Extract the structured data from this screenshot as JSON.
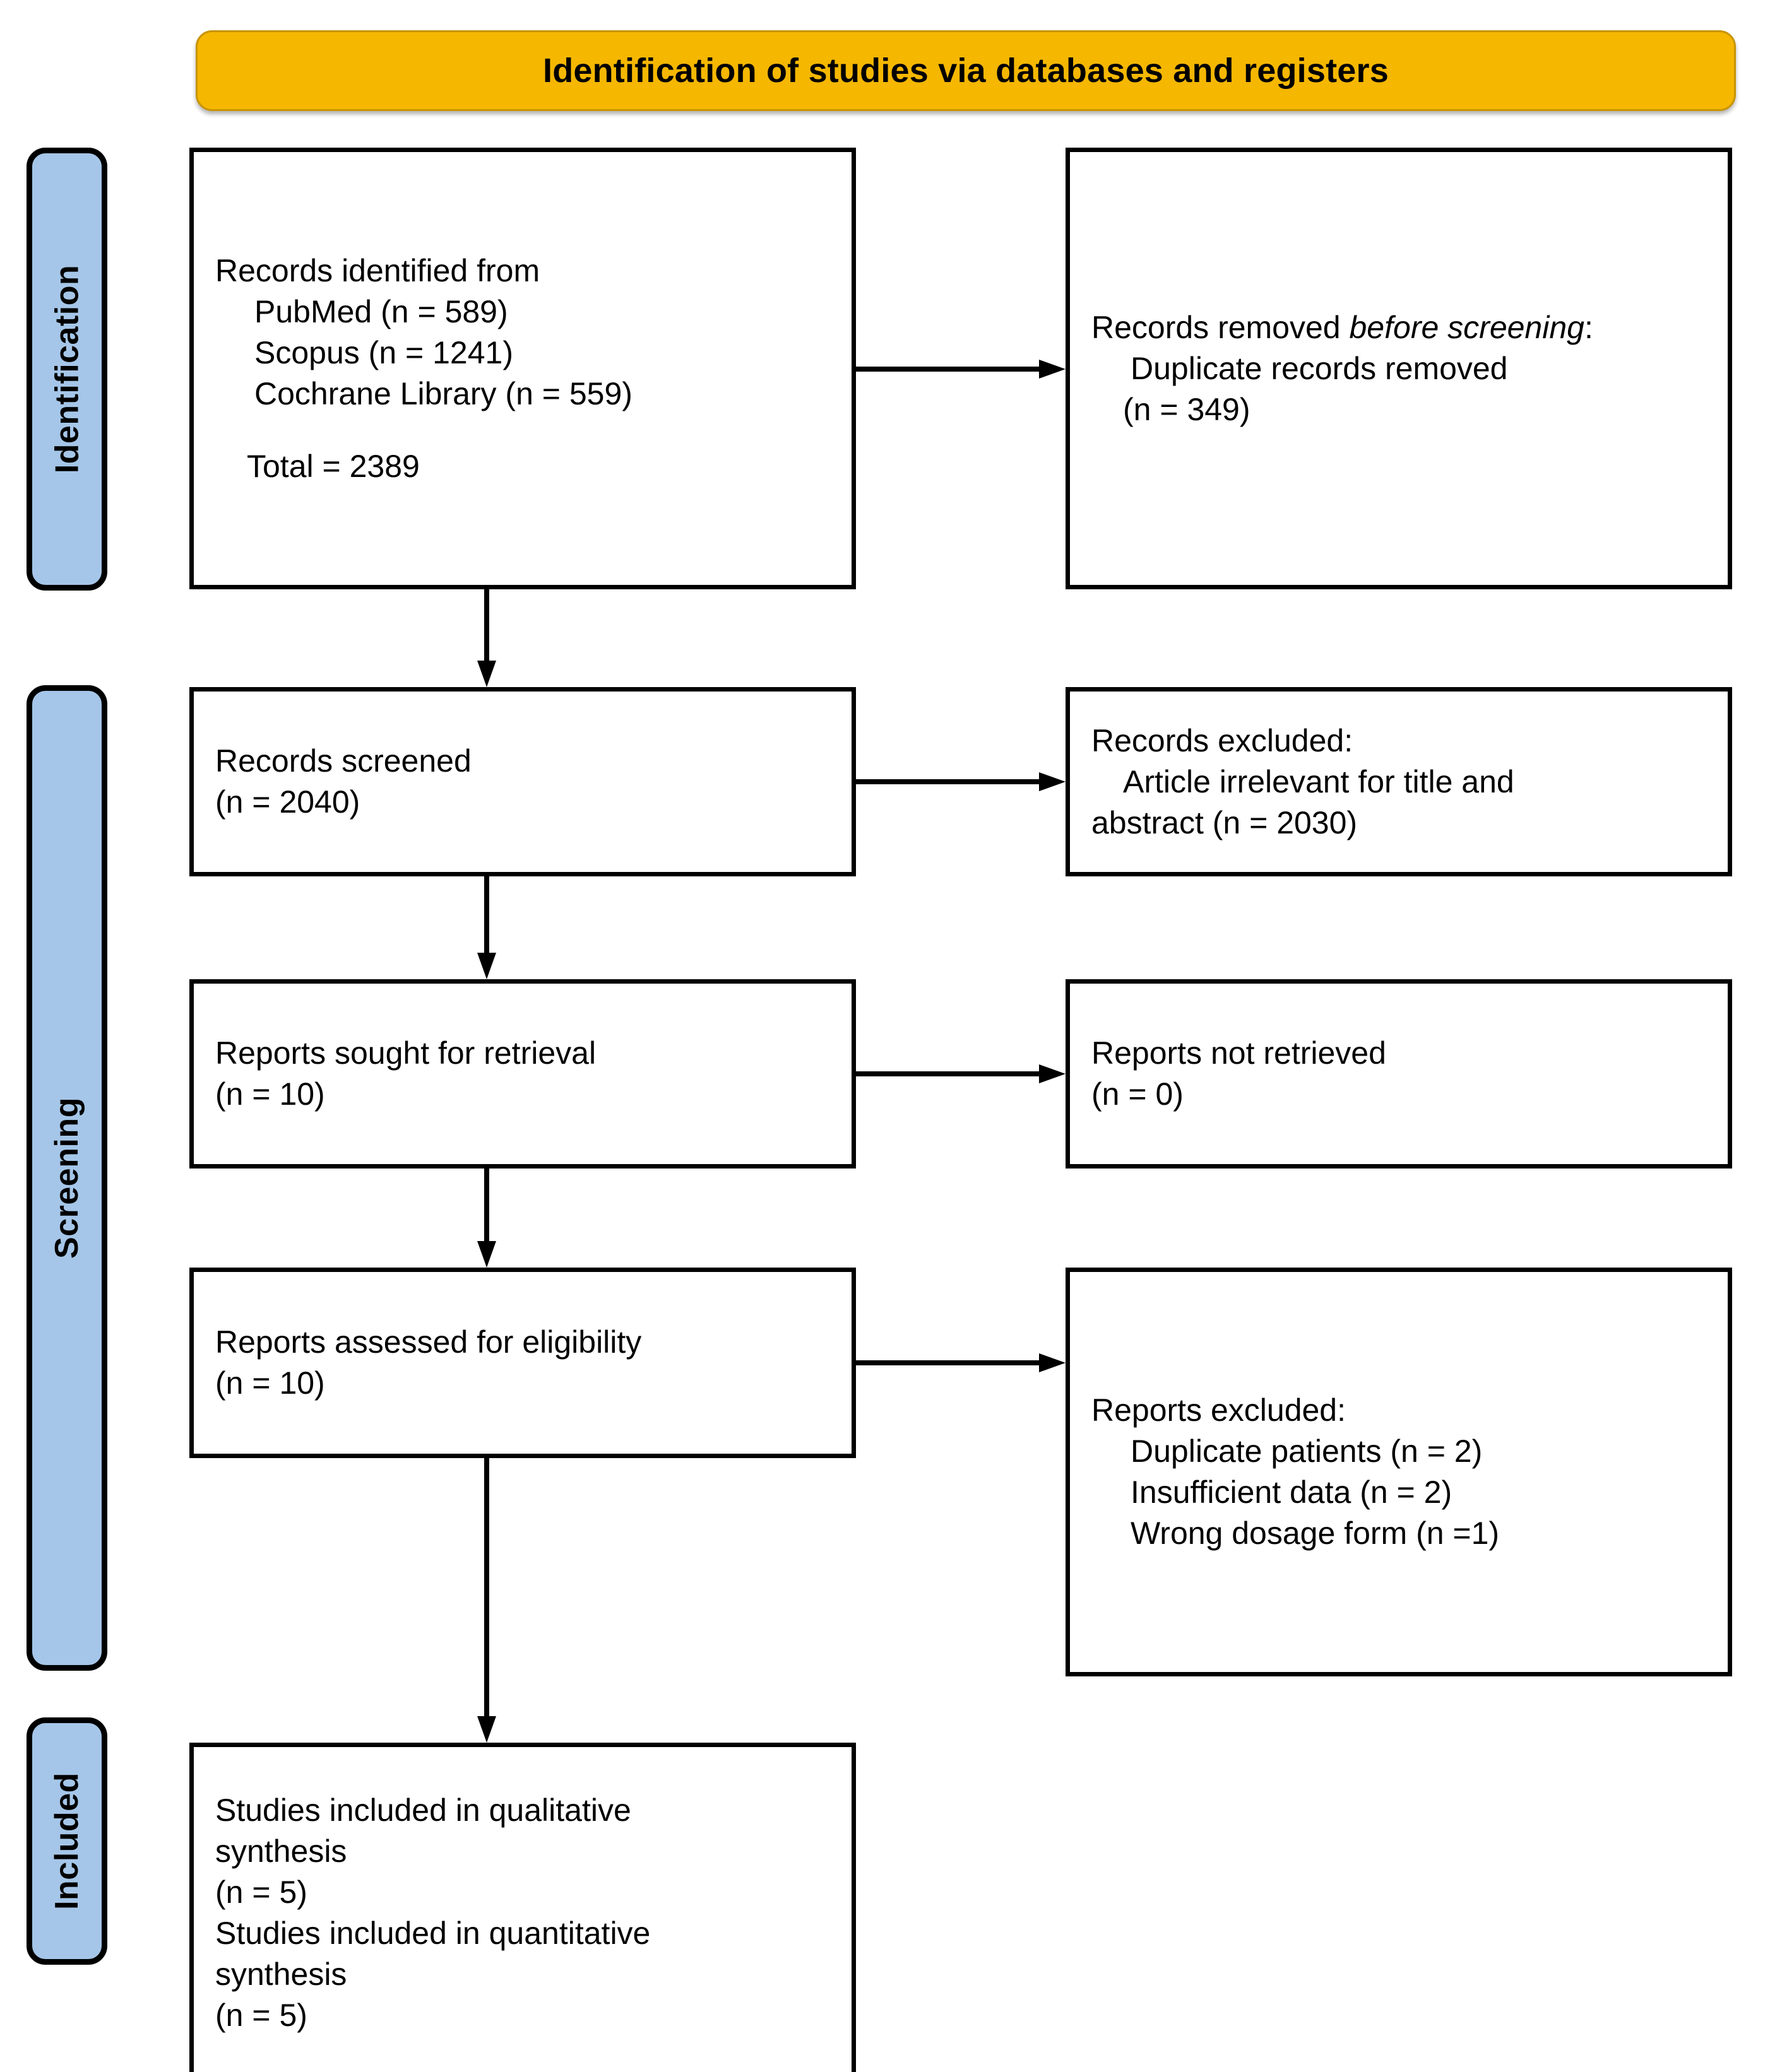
{
  "banner": {
    "title": "Identification of studies via databases and registers",
    "background_color": "#F5B700"
  },
  "stages": {
    "identification": "Identification",
    "screening": "Screening",
    "included": "Included",
    "background_color": "#A5C6E8"
  },
  "boxes": {
    "identified": {
      "title": "Records identified from",
      "sources": [
        "PubMed (n = 589)",
        "Scopus (n = 1241)",
        "Cochrane Library (n = 559)"
      ],
      "total": "Total = 2389"
    },
    "removed_before_screening": {
      "title_plain": "Records removed ",
      "title_italic": "before screening",
      "title_colon": ":",
      "items": [
        "Duplicate records removed",
        "(n = 349)"
      ]
    },
    "screened": {
      "title": "Records screened",
      "count": "(n = 2040)"
    },
    "records_excluded": {
      "title": "Records excluded:",
      "items": [
        "Article irrelevant for title and",
        "abstract (n = 2030)"
      ]
    },
    "sought_for_retrieval": {
      "title": "Reports sought for retrieval",
      "count": "(n = 10)"
    },
    "not_retrieved": {
      "title": "Reports not retrieved",
      "count": "(n = 0)"
    },
    "assessed_for_eligibility": {
      "title": "Reports assessed for eligibility",
      "count": "(n = 10)"
    },
    "reports_excluded": {
      "title": "Reports excluded:",
      "items": [
        "Duplicate patients (n = 2)",
        "Insufficient data (n = 2)",
        "Wrong dosage form (n =1)"
      ]
    },
    "studies_included": {
      "qualitative_title": "Studies included in qualitative",
      "qualitative_title2": "synthesis",
      "qualitative_count": "(n = 5)",
      "quantitative_title": "Studies included in quantitative",
      "quantitative_title2": "synthesis",
      "quantitative_count": "(n = 5)"
    }
  },
  "chart_data": {
    "type": "diagram",
    "title": "PRISMA flow diagram: Identification of studies via databases and registers",
    "stages": [
      "Identification",
      "Screening",
      "Included"
    ],
    "nodes": [
      {
        "id": "identified",
        "stage": "Identification",
        "label": "Records identified from",
        "n": 2389,
        "breakdown": {
          "PubMed": 589,
          "Scopus": 1241,
          "Cochrane Library": 559
        }
      },
      {
        "id": "removed_before_screening",
        "stage": "Identification",
        "label": "Records removed before screening",
        "breakdown": {
          "Duplicate records removed": 349
        }
      },
      {
        "id": "screened",
        "stage": "Screening",
        "label": "Records screened",
        "n": 2040
      },
      {
        "id": "records_excluded",
        "stage": "Screening",
        "label": "Records excluded",
        "breakdown": {
          "Article irrelevant for title and abstract": 2030
        }
      },
      {
        "id": "sought_for_retrieval",
        "stage": "Screening",
        "label": "Reports sought for retrieval",
        "n": 10
      },
      {
        "id": "not_retrieved",
        "stage": "Screening",
        "label": "Reports not retrieved",
        "n": 0
      },
      {
        "id": "assessed_for_eligibility",
        "stage": "Screening",
        "label": "Reports assessed for eligibility",
        "n": 10
      },
      {
        "id": "reports_excluded",
        "stage": "Screening",
        "label": "Reports excluded",
        "breakdown": {
          "Duplicate patients": 2,
          "Insufficient data": 2,
          "Wrong dosage form": 1
        }
      },
      {
        "id": "studies_included",
        "stage": "Included",
        "label": "Studies included in qualitative synthesis / quantitative synthesis",
        "n": 5
      }
    ],
    "edges": [
      {
        "from": "identified",
        "to": "removed_before_screening",
        "direction": "right"
      },
      {
        "from": "identified",
        "to": "screened",
        "direction": "down"
      },
      {
        "from": "screened",
        "to": "records_excluded",
        "direction": "right"
      },
      {
        "from": "screened",
        "to": "sought_for_retrieval",
        "direction": "down"
      },
      {
        "from": "sought_for_retrieval",
        "to": "not_retrieved",
        "direction": "right"
      },
      {
        "from": "sought_for_retrieval",
        "to": "assessed_for_eligibility",
        "direction": "down"
      },
      {
        "from": "assessed_for_eligibility",
        "to": "reports_excluded",
        "direction": "right"
      },
      {
        "from": "assessed_for_eligibility",
        "to": "studies_included",
        "direction": "down"
      }
    ]
  }
}
